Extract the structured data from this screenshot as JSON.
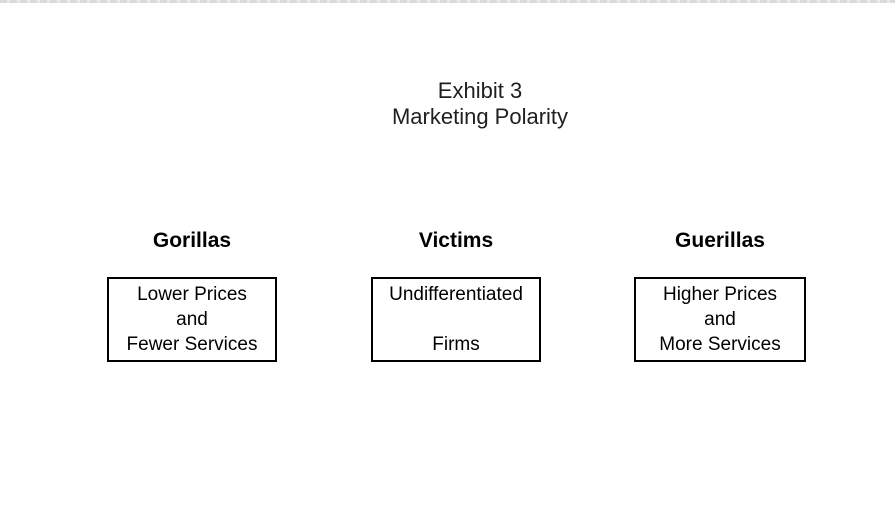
{
  "exhibit": {
    "title_line1": "Exhibit 3",
    "title_line2": "Marketing Polarity"
  },
  "columns": [
    {
      "header": "Gorillas",
      "box_lines": [
        "Lower Prices",
        "and",
        "Fewer Services"
      ]
    },
    {
      "header": "Victims",
      "box_lines": [
        "Undifferentiated",
        "",
        "Firms"
      ]
    },
    {
      "header": "Guerillas",
      "box_lines": [
        "Higher Prices",
        "and",
        "More Services"
      ]
    }
  ],
  "colors": {
    "background": "#ffffff",
    "text": "#000000",
    "title_text": "#1f1f1f",
    "box_border": "#000000",
    "top_edge": "#d9d9d9"
  }
}
